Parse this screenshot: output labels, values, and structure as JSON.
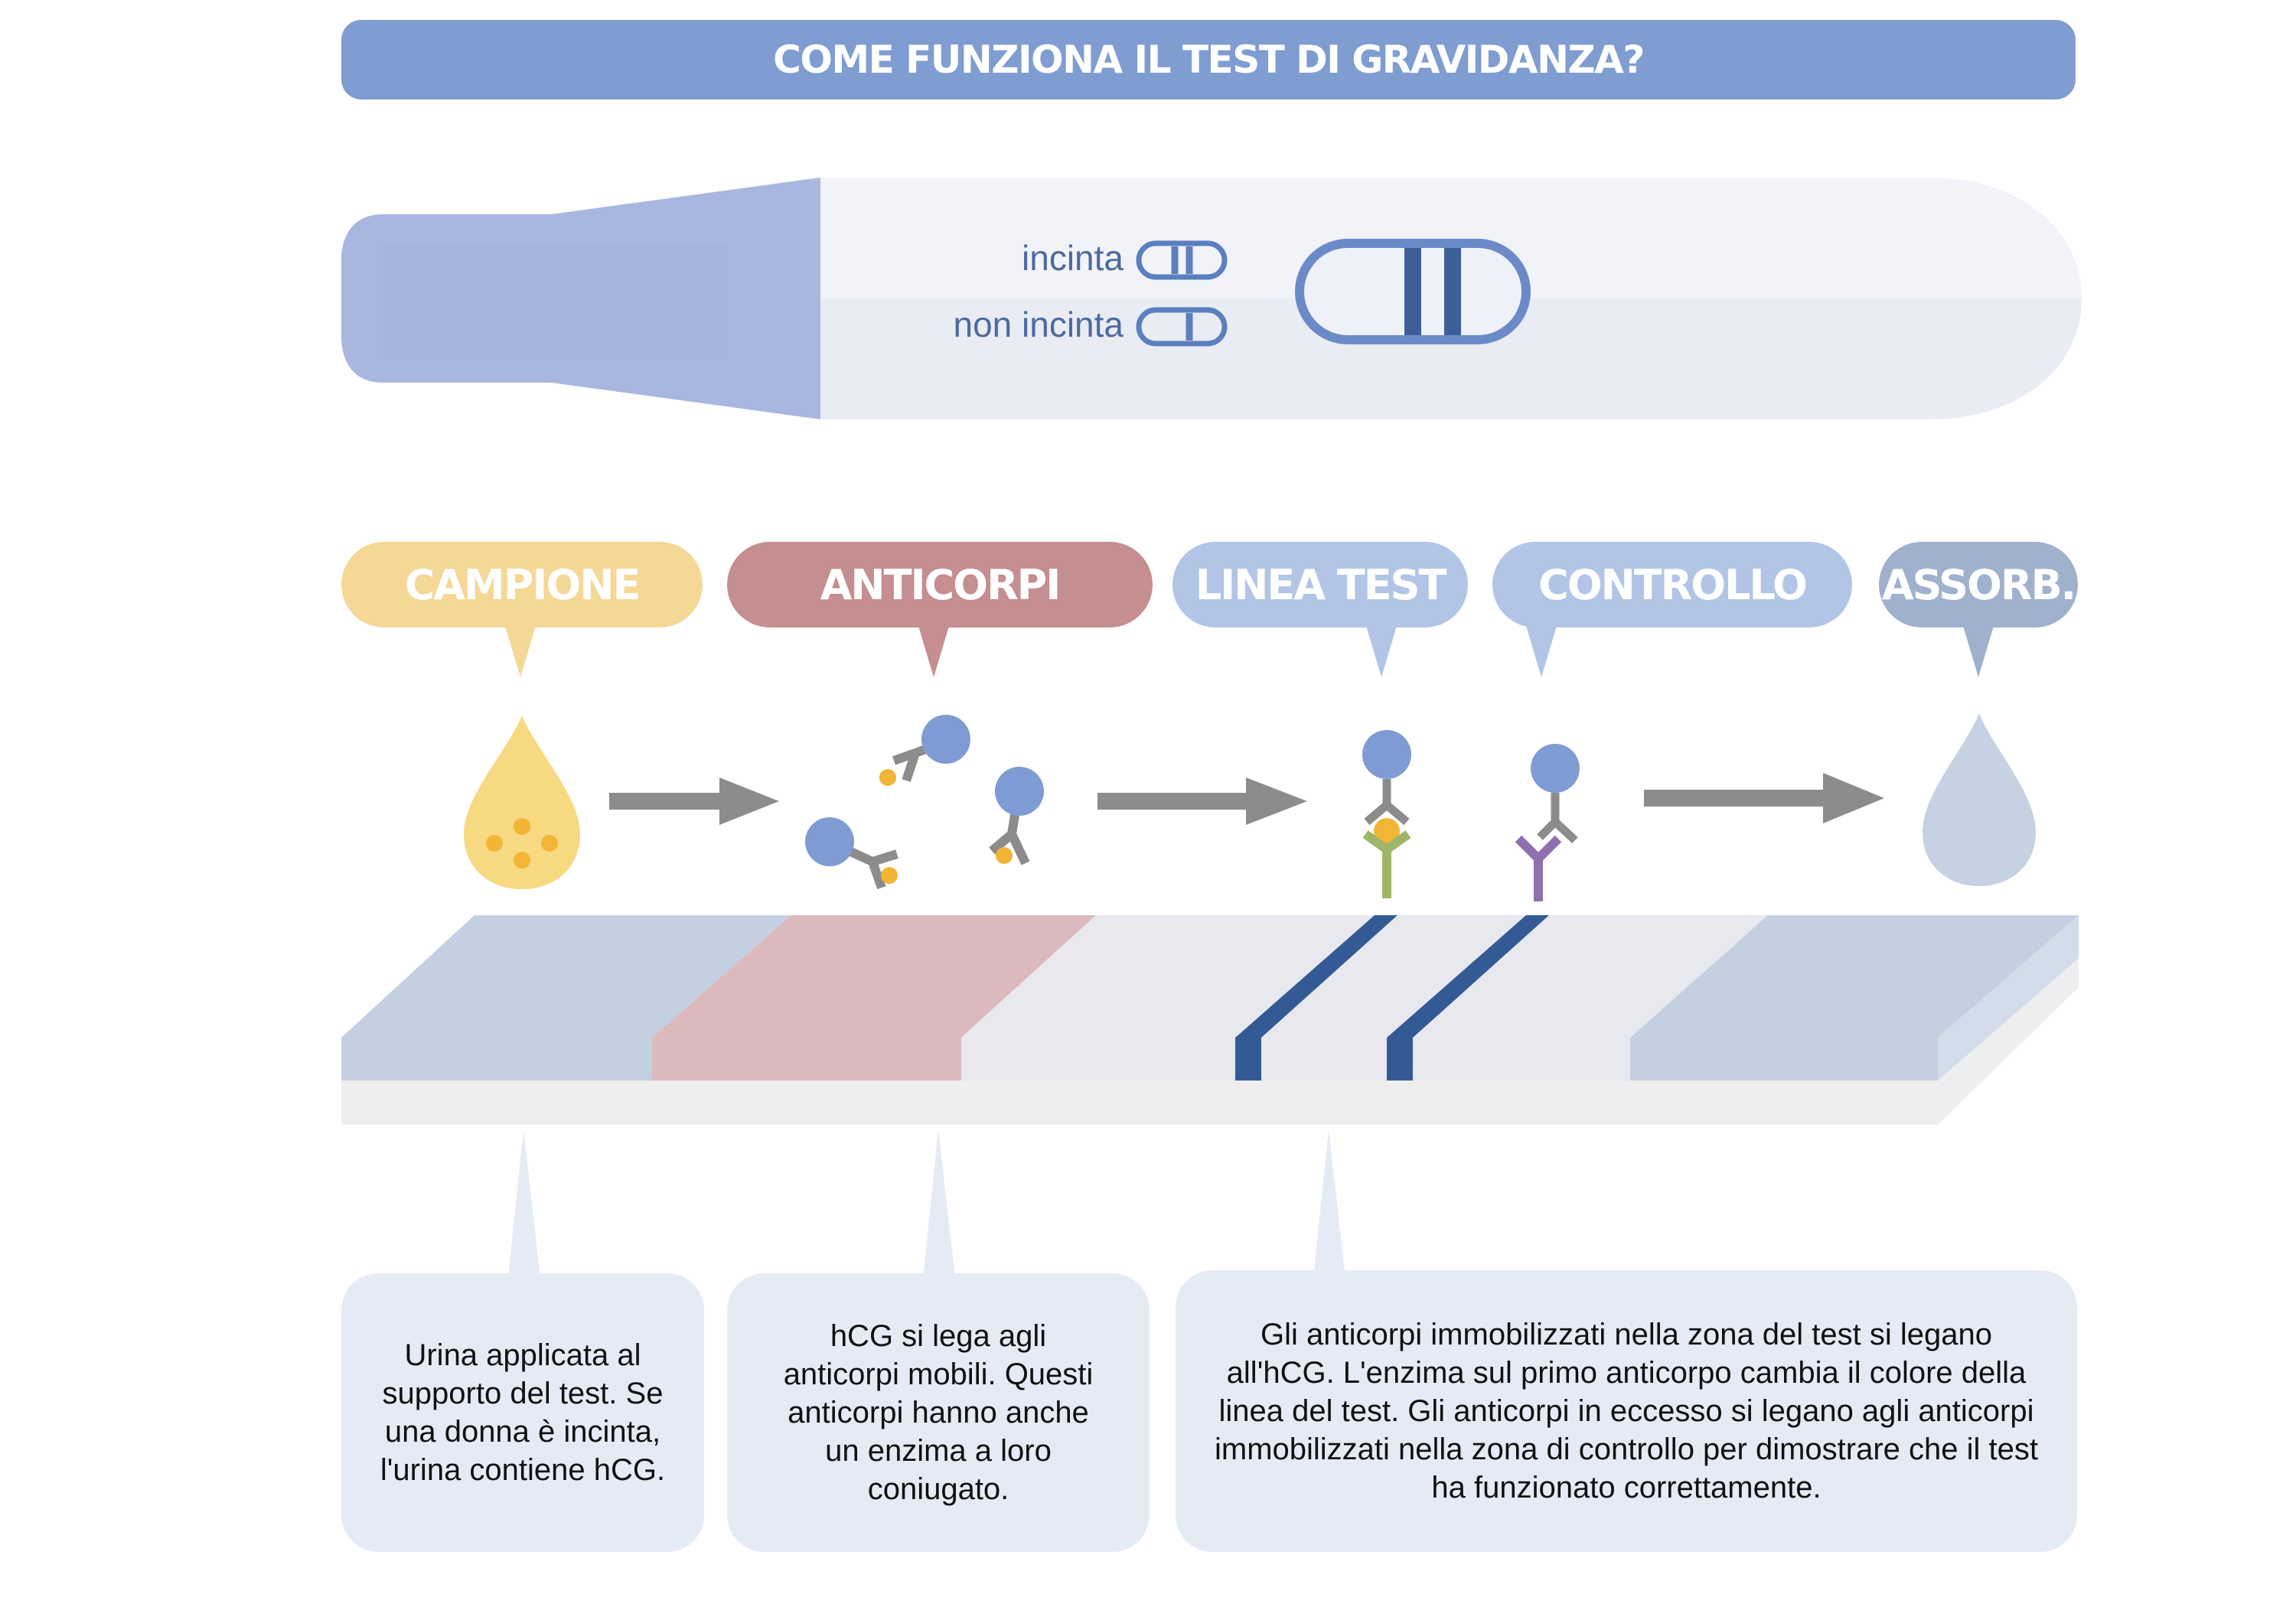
{
  "title": "COME FUNZIONA IL TEST DI GRAVIDANZA?",
  "tube": {
    "label_pregnant": "incinta",
    "label_not_pregnant": "non incinta"
  },
  "stages": [
    {
      "label": "CAMPIONE",
      "color": "#f5d796"
    },
    {
      "label": "ANTICORPI",
      "color": "#c58e91"
    },
    {
      "label": "LINEA TEST",
      "color": "#b3c5e6"
    },
    {
      "label": "CONTROLLO",
      "color": "#b3c5e6"
    },
    {
      "label": "ASSORB.",
      "color": "#9fb1cc"
    }
  ],
  "descriptions": [
    {
      "text": "Urina applicata al supporto del test. Se una donna è incinta, l'urina contiene hCG."
    },
    {
      "text": "hCG si lega agli anticorpi mobili. Questi anticorpi hanno anche un enzima a loro coniugato."
    },
    {
      "text": "Gli anticorpi immobilizzati nella zona del test si legano all'hCG. L'enzima sul primo anticorpo cambia il colore della linea del test. Gli anticorpi in eccesso si legano agli anticorpi immobilizzati nella zona di controllo per dimostrare che il test ha funzionato correttamente."
    }
  ],
  "colors": {
    "header_blue": "#7f9dd1",
    "strip_blue": "#c4d0e2",
    "strip_pink": "#dbb9bd",
    "strip_grey": "#e7e9ef",
    "line_navy": "#345a95",
    "arrow_grey": "#8c8c8c",
    "drop_yellow": "#f7d982",
    "drop_blue": "#c6d2e3",
    "antigen_blue": "#7f9bd3",
    "hcg_orange": "#f2b535",
    "antibody_green": "#9fb66a",
    "antibody_purple": "#8f70ad",
    "box_fill": "#e5ebf5"
  }
}
